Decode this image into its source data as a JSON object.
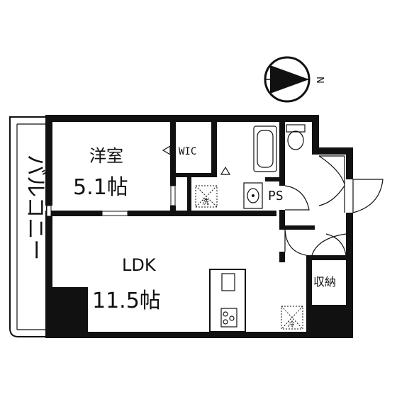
{
  "rooms": {
    "western_room": {
      "name": "洋室",
      "size": "5.1帖"
    },
    "wic": {
      "name": "WIC"
    },
    "ldk": {
      "name": "LDK",
      "size": "11.5帖"
    },
    "storage": {
      "name": "収納"
    },
    "ps": {
      "name": "PS"
    }
  },
  "balcony": {
    "name": "バルコニー"
  },
  "appliances": {
    "washer": "洗",
    "fridge": "冷"
  },
  "compass": {
    "label": "N"
  },
  "colors": {
    "wall": "#111111",
    "background": "#ffffff"
  }
}
